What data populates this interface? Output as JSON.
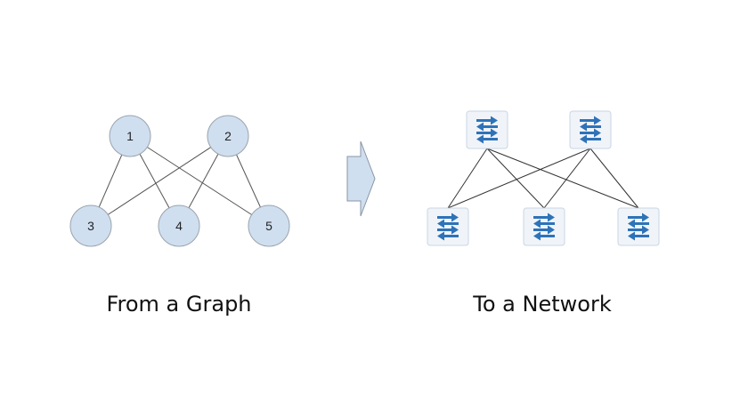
{
  "graph": {
    "caption": "From a Graph",
    "nodes": [
      {
        "id": "1",
        "label": "1"
      },
      {
        "id": "2",
        "label": "2"
      },
      {
        "id": "3",
        "label": "3"
      },
      {
        "id": "4",
        "label": "4"
      },
      {
        "id": "5",
        "label": "5"
      }
    ],
    "edges": [
      [
        "1",
        "3"
      ],
      [
        "1",
        "4"
      ],
      [
        "1",
        "5"
      ],
      [
        "2",
        "3"
      ],
      [
        "2",
        "4"
      ],
      [
        "2",
        "5"
      ]
    ],
    "colors": {
      "node_fill": "#cfdff0",
      "node_stroke": "#9aa3ad",
      "edge": "#555555",
      "label": "#222222"
    }
  },
  "arrow": {
    "icon": "right-arrow-icon",
    "color": "#cfdff0",
    "stroke": "#8896a6"
  },
  "network": {
    "caption": "To a Network",
    "devices": [
      {
        "id": "s1",
        "icon": "network-switch-icon"
      },
      {
        "id": "s2",
        "icon": "network-switch-icon"
      },
      {
        "id": "s3",
        "icon": "network-switch-icon"
      },
      {
        "id": "s4",
        "icon": "network-switch-icon"
      },
      {
        "id": "s5",
        "icon": "network-switch-icon"
      }
    ],
    "links": [
      [
        "s1",
        "s3"
      ],
      [
        "s1",
        "s4"
      ],
      [
        "s1",
        "s5"
      ],
      [
        "s2",
        "s3"
      ],
      [
        "s2",
        "s4"
      ],
      [
        "s2",
        "s5"
      ]
    ],
    "colors": {
      "device_bg": "#f0f4f9",
      "device_border": "#c9d6e4",
      "arrow_blue": "#2e73b8",
      "link": "#333333"
    }
  }
}
